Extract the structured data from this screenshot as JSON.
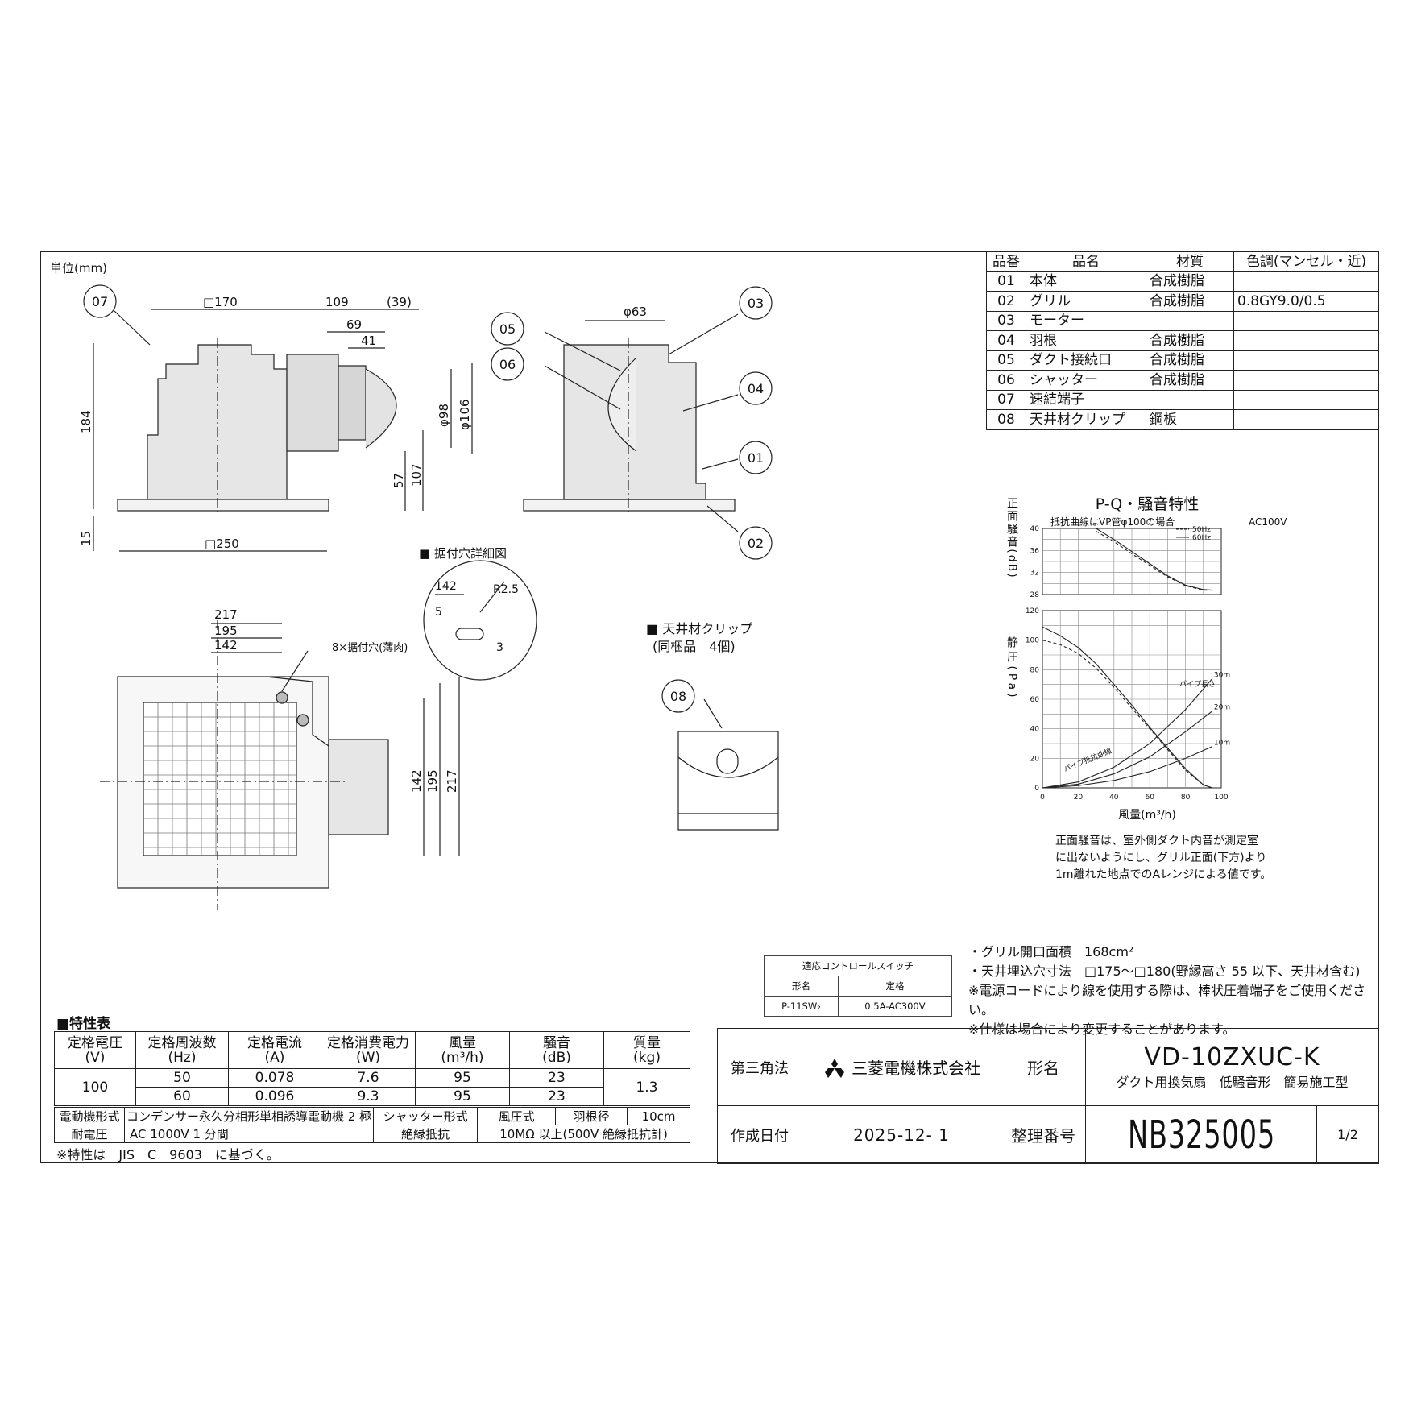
{
  "drawing": {
    "unit_label": "単位(mm)",
    "dims": {
      "sq170": "□170",
      "d109": "109",
      "d39": "(39)",
      "d69": "69",
      "d41": "41",
      "d184": "184",
      "d57": "57",
      "d107": "107",
      "phi98": "φ98",
      "phi106": "φ106",
      "d15": "15",
      "sq250": "□250",
      "phi63": "φ63",
      "d217": "217",
      "d195": "195",
      "d142": "142",
      "mount_holes": "8×据付穴(薄肉)",
      "v142": "142",
      "v195": "195",
      "v217": "217"
    },
    "callouts": [
      "07",
      "05",
      "06",
      "03",
      "04",
      "01",
      "02",
      "08"
    ],
    "hole_detail": {
      "title": "■ 据付穴詳細図",
      "d142": "142",
      "r": "R2.5",
      "d5": "5",
      "d3": "3"
    },
    "clip": {
      "title": "■ 天井材クリップ",
      "subtitle": "(同梱品　4個)"
    }
  },
  "parts_table": {
    "headers": [
      "品番",
      "品名",
      "材質",
      "色調(マンセル・近)"
    ],
    "rows": [
      [
        "01",
        "本体",
        "合成樹脂",
        ""
      ],
      [
        "02",
        "グリル",
        "合成樹脂",
        "0.8GY9.0/0.5"
      ],
      [
        "03",
        "モーター",
        "",
        ""
      ],
      [
        "04",
        "羽根",
        "合成樹脂",
        ""
      ],
      [
        "05",
        "ダクト接続口",
        "合成樹脂",
        ""
      ],
      [
        "06",
        "シャッター",
        "合成樹脂",
        ""
      ],
      [
        "07",
        "速結端子",
        "",
        ""
      ],
      [
        "08",
        "天井材クリップ",
        "鋼板",
        ""
      ]
    ]
  },
  "chart_data": {
    "type": "line",
    "title": "P-Q・騒音特性",
    "subtitle": "抵抗曲線はVP管φ100の場合",
    "voltage": "AC100V",
    "xlabel": "風量(m³/h)",
    "x_ticks": [
      "0",
      "20",
      "40",
      "60",
      "80",
      "100"
    ],
    "xlim": [
      0,
      100
    ],
    "noise": {
      "ylabel": "正面騒音(dB)",
      "ylim": [
        28,
        40
      ],
      "y_ticks": [
        "28",
        "32",
        "36",
        "40"
      ],
      "series": [
        {
          "name": "50Hz",
          "x": [
            30,
            40,
            50,
            60,
            70,
            80,
            90,
            95
          ],
          "y": [
            39.5,
            37.6,
            35.4,
            33.3,
            31.2,
            29.6,
            28.8,
            28.8
          ]
        },
        {
          "name": "60Hz",
          "x": [
            30,
            40,
            50,
            60,
            70,
            80,
            90,
            95
          ],
          "y": [
            40.0,
            38.0,
            35.8,
            33.6,
            31.4,
            29.7,
            28.9,
            28.8
          ]
        }
      ]
    },
    "pressure": {
      "ylabel": "静圧(Pa)",
      "ylim": [
        0,
        120
      ],
      "y_ticks": [
        "0",
        "20",
        "40",
        "60",
        "80",
        "100",
        "120"
      ],
      "series": [
        {
          "name": "50Hz",
          "x": [
            0,
            10,
            20,
            30,
            40,
            50,
            60,
            70,
            80,
            90,
            95
          ],
          "y": [
            100,
            97,
            91,
            81,
            68,
            54,
            40,
            26,
            12,
            2,
            0
          ]
        },
        {
          "name": "60Hz",
          "x": [
            0,
            10,
            20,
            30,
            40,
            50,
            60,
            70,
            80,
            90,
            95
          ],
          "y": [
            109,
            103,
            95,
            84,
            70,
            56,
            41,
            27,
            13,
            2,
            0
          ]
        }
      ],
      "resistance_curves": [
        {
          "name": "30m",
          "x": [
            0,
            20,
            40,
            60,
            80,
            95
          ],
          "y": [
            0,
            4,
            14,
            30,
            53,
            74
          ]
        },
        {
          "name": "20m",
          "x": [
            0,
            20,
            40,
            60,
            80,
            95
          ],
          "y": [
            0,
            2.5,
            9.5,
            21,
            38,
            52
          ]
        },
        {
          "name": "10m",
          "x": [
            0,
            20,
            40,
            60,
            80,
            95
          ],
          "y": [
            0,
            1.5,
            5,
            11,
            20,
            28
          ]
        }
      ],
      "pipe_label": "パイプ長さ",
      "resistance_label": "パイプ抵抗曲線"
    },
    "legend": [
      "50Hz",
      "60Hz"
    ],
    "legend_position": "top-right",
    "grid": true,
    "note": [
      "正面騒音は、室外側ダクト内音が測定室",
      "に出ないようにし、グリル正面(下方)より",
      "1m離れた地点でのAレンジによる値です。"
    ]
  },
  "control_switch": {
    "title": "適応コントロールスイッチ",
    "headers": [
      "形名",
      "定格"
    ],
    "row": [
      "P-11SW₂",
      "0.5A-AC300V"
    ]
  },
  "notes": [
    "・グリル開口面積　168cm²",
    "・天井埋込穴寸法　□175～□180(野縁高さ 55 以下、天井材含む)",
    "※電源コードにより線を使用する際は、棒状圧着端子をご使用ください。",
    "※仕様は場合により変更することがあります。"
  ],
  "spec_table": {
    "title": "■特性表",
    "headers": [
      [
        "定格電圧",
        "(V)"
      ],
      [
        "定格周波数",
        "(Hz)"
      ],
      [
        "定格電流",
        "(A)"
      ],
      [
        "定格消費電力",
        "(W)"
      ],
      [
        "風量",
        "(m³/h)"
      ],
      [
        "騒音",
        "(dB)"
      ],
      [
        "質量",
        "(kg)"
      ]
    ],
    "voltage": "100",
    "weight": "1.3",
    "rows": [
      [
        "50",
        "0.078",
        "7.6",
        "95",
        "23"
      ],
      [
        "60",
        "0.096",
        "9.3",
        "95",
        "23"
      ]
    ],
    "motor_label": "電動機形式",
    "motor_value": "コンデンサー永久分相形単相誘導電動機 2 極",
    "shutter_label": "シャッター形式",
    "shutter_value": "風圧式",
    "blade_label": "羽根径",
    "blade_value": "10cm",
    "withstand_label": "耐電圧",
    "withstand_value": "AC 1000V 1 分間",
    "insulation_label": "絶縁抵抗",
    "insulation_value": "10MΩ 以上(500V 絶縁抵抗計)",
    "footnote": "※特性は　JIS　C　9603　に基づく。"
  },
  "title_block": {
    "projection": "第三角法",
    "company": "三菱電機株式会社",
    "model_label": "形名",
    "model": "VD-10ZXUC-K",
    "description": "ダクト用換気扇　低騒音形　簡易施工型",
    "date_label": "作成日付",
    "date": "2025-12- 1",
    "number_label": "整理番号",
    "number": "NB325005",
    "sheet": "1/2"
  }
}
